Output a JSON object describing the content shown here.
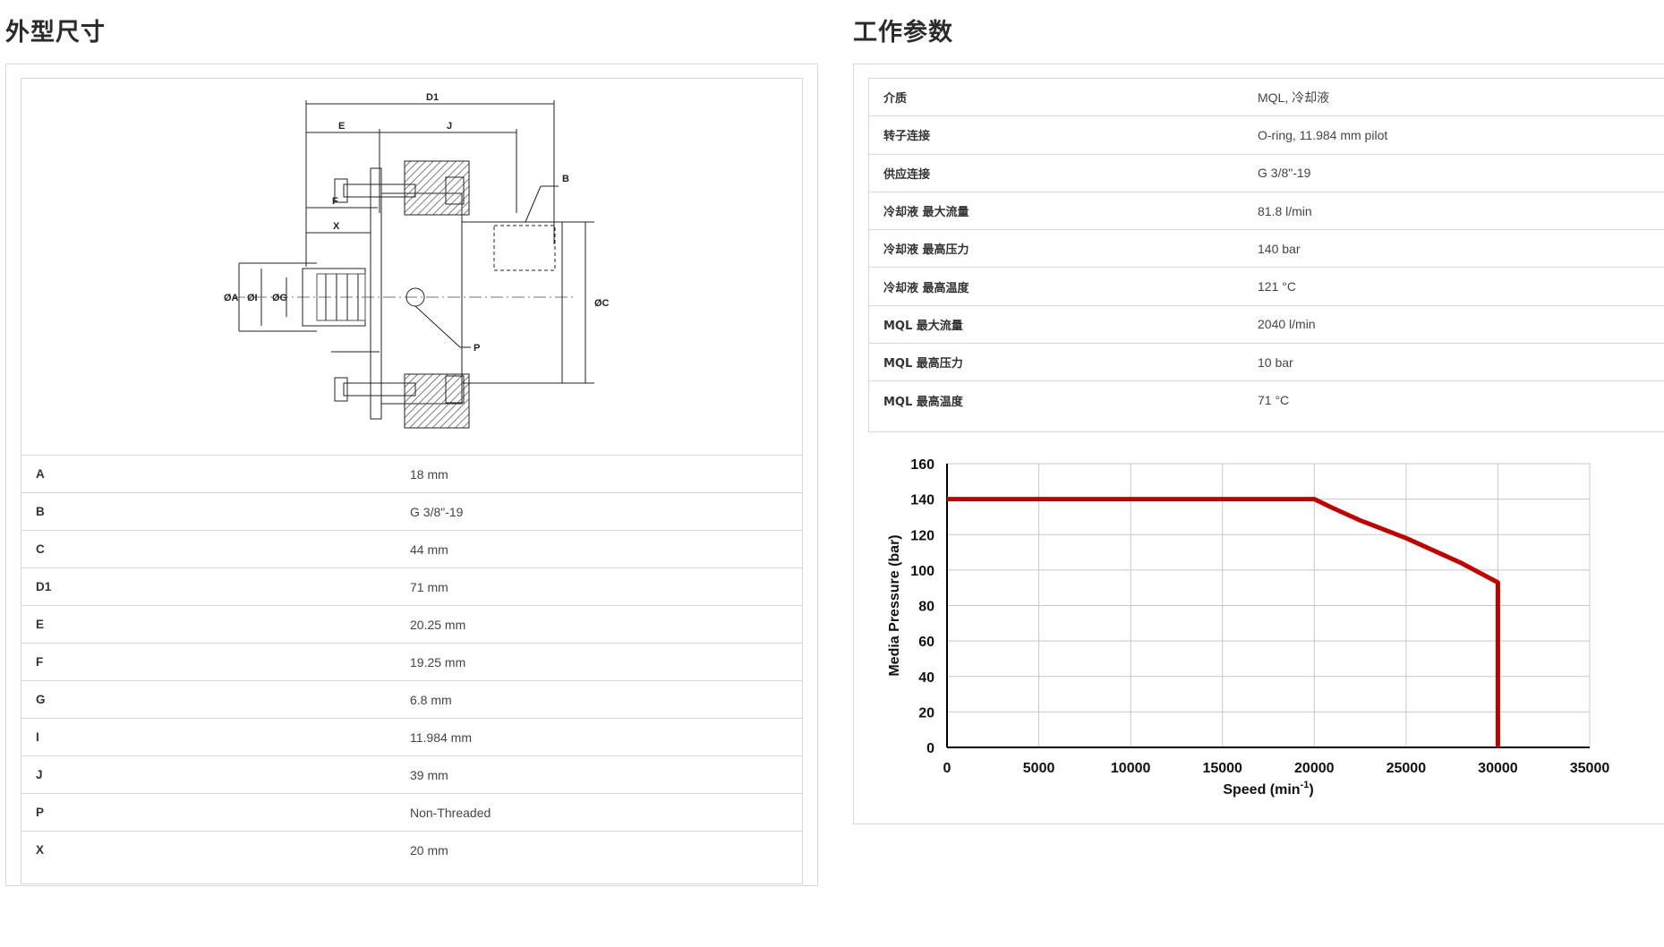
{
  "sections": {
    "dimensions_title": "外型尺寸",
    "params_title": "工作参数"
  },
  "drawing": {
    "labels": [
      "D1",
      "E",
      "J",
      "B",
      "F",
      "X",
      "ØA",
      "ØI",
      "ØG",
      "ØC",
      "P"
    ]
  },
  "dimensions": [
    {
      "k": "A",
      "v": "18 mm"
    },
    {
      "k": "B",
      "v": "G 3/8\"-19"
    },
    {
      "k": "C",
      "v": "44 mm"
    },
    {
      "k": "D1",
      "v": "71 mm"
    },
    {
      "k": "E",
      "v": "20.25 mm"
    },
    {
      "k": "F",
      "v": "19.25 mm"
    },
    {
      "k": "G",
      "v": "6.8 mm"
    },
    {
      "k": "I",
      "v": "11.984 mm"
    },
    {
      "k": "J",
      "v": "39 mm"
    },
    {
      "k": "P",
      "v": "Non-Threaded"
    },
    {
      "k": "X",
      "v": "20 mm"
    }
  ],
  "params": [
    {
      "k": "介质",
      "v": "MQL, 冷却液"
    },
    {
      "k": "转子连接",
      "v": "O-ring, 11.984 mm pilot"
    },
    {
      "k": "供应连接",
      "v": "G 3/8\"-19"
    },
    {
      "k": "冷却液 最大流量",
      "v": "81.8 l/min"
    },
    {
      "k": "冷却液 最高压力",
      "v": "140 bar"
    },
    {
      "k": "冷却液 最高温度",
      "v": "121 °C"
    },
    {
      "k": "MQL 最大流量",
      "v": "2040 l/min"
    },
    {
      "k": "MQL 最高压力",
      "v": "10 bar"
    },
    {
      "k": "MQL 最高温度",
      "v": "71 °C"
    }
  ],
  "chart_data": {
    "type": "line",
    "xlabel": "Speed (min",
    "xlabel_sup": "-1",
    "xlabel_close": ")",
    "ylabel": "Media Pressure (bar)",
    "xlim": [
      0,
      35000
    ],
    "ylim": [
      0,
      160
    ],
    "xticks": [
      0,
      5000,
      10000,
      15000,
      20000,
      25000,
      30000,
      35000
    ],
    "yticks": [
      0,
      20,
      40,
      60,
      80,
      100,
      120,
      140,
      160
    ],
    "grid": true,
    "line_color": "#c00000",
    "series": [
      {
        "x": [
          0,
          20000,
          21000,
          22500,
          25000,
          28000,
          30000,
          30000
        ],
        "y": [
          140,
          140,
          135,
          128,
          118,
          104,
          93,
          0
        ]
      }
    ]
  }
}
